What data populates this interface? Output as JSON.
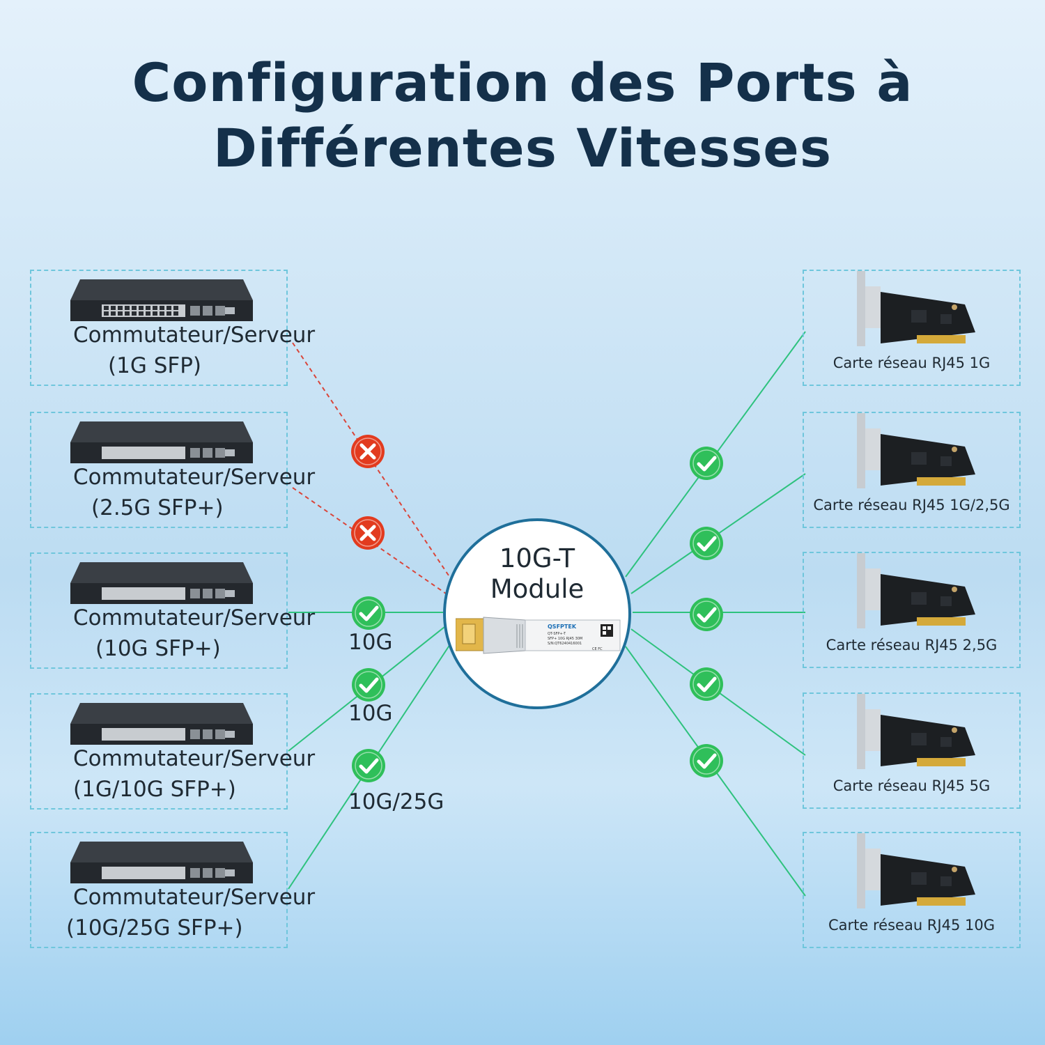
{
  "title": {
    "line1": "Configuration des Ports à",
    "line2": "Différentes Vitesses"
  },
  "center_module": {
    "line1": "10G-T",
    "line2": "Module",
    "brand": "QSFPTEK",
    "model": "QT-SFP+-T",
    "desc": "SFP+ 10G RJ45 30M",
    "serial": "S/N:QT6240416001",
    "cert": "CE FC"
  },
  "switches": [
    {
      "name": "Commutateur/Serveur",
      "spec": "(1G SFP)",
      "status": "incompatible",
      "speed": ""
    },
    {
      "name": "Commutateur/Serveur",
      "spec": "(2.5G SFP+)",
      "status": "incompatible",
      "speed": ""
    },
    {
      "name": "Commutateur/Serveur",
      "spec": "(10G SFP+)",
      "status": "compatible",
      "speed": "10G"
    },
    {
      "name": "Commutateur/Serveur",
      "spec": "(1G/10G SFP+)",
      "status": "compatible",
      "speed": "10G"
    },
    {
      "name": "Commutateur/Serveur",
      "spec": "(10G/25G SFP+)",
      "status": "compatible",
      "speed": "10G/25G"
    }
  ],
  "network_cards": [
    {
      "label": "Carte réseau RJ45 1G",
      "status": "compatible"
    },
    {
      "label": "Carte réseau RJ45 1G/2,5G",
      "status": "compatible"
    },
    {
      "label": "Carte réseau RJ45 2,5G",
      "status": "compatible"
    },
    {
      "label": "Carte réseau RJ45 5G",
      "status": "compatible"
    },
    {
      "label": "Carte réseau RJ45 10G",
      "status": "compatible"
    }
  ],
  "colors": {
    "compatible": "#2fbf5a",
    "incompatible": "#e23b1f",
    "line_ok": "#2ec27e",
    "line_bad": "#d9453a",
    "title": "#14304a"
  },
  "icons": {
    "compatible": "check-circle-icon",
    "incompatible": "x-circle-icon"
  }
}
